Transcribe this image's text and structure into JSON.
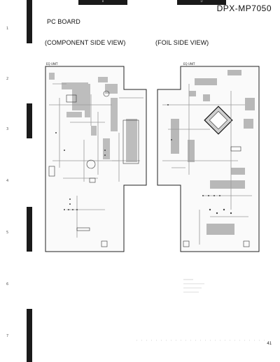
{
  "header": {
    "model": "DPX-MP7050",
    "column_markers": [
      "B",
      "D"
    ]
  },
  "section": {
    "title": "PC BOARD",
    "component_view_label": "(COMPONENT SIDE VIEW)",
    "foil_view_label": "(FOIL SIDE VIEW)"
  },
  "row_markers": [
    "1",
    "2",
    "3",
    "4",
    "5",
    "6",
    "7"
  ],
  "boards": {
    "component_side_unit": "EQ UNIT",
    "foil_side_unit": "EQ UNIT"
  },
  "footer": {
    "page_number": "41"
  }
}
